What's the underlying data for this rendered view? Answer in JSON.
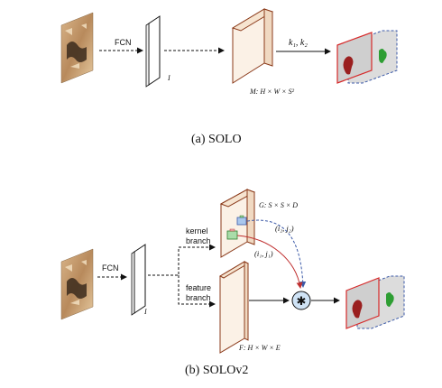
{
  "panel_a": {
    "caption": "(a)  SOLO",
    "fcn_label": "FCN",
    "feature_index": "I",
    "mask_label": "M:  H × W × S²",
    "kernel_ids": "k₁,  k₂"
  },
  "panel_b": {
    "caption": "(b)  SOLOv2",
    "fcn_label": "FCN",
    "feature_index": "I",
    "kernel_branch_line1": "kernel",
    "kernel_branch_line2": "branch",
    "feature_branch_line1": "feature",
    "feature_branch_line2": "branch",
    "kernel_tensor_label": "G:  S × S × D",
    "feature_tensor_label": "F:  H × W × E",
    "index_i2j2": "(i₂,  j₂)",
    "index_i1j1": "(i₁,  j₁)",
    "conv_symbol": "✱"
  },
  "colors": {
    "tensor_fill": "#fbf1e6",
    "tensor_stroke": "#8b3a1a",
    "instance_red": "#d62a2a",
    "instance_blue": "#3c5aa8",
    "mask_gray": "#c9c9c9",
    "cat_red": "#9a1f1f",
    "cat_green": "#2e9e33",
    "conv_fill": "#cfe3f6"
  }
}
